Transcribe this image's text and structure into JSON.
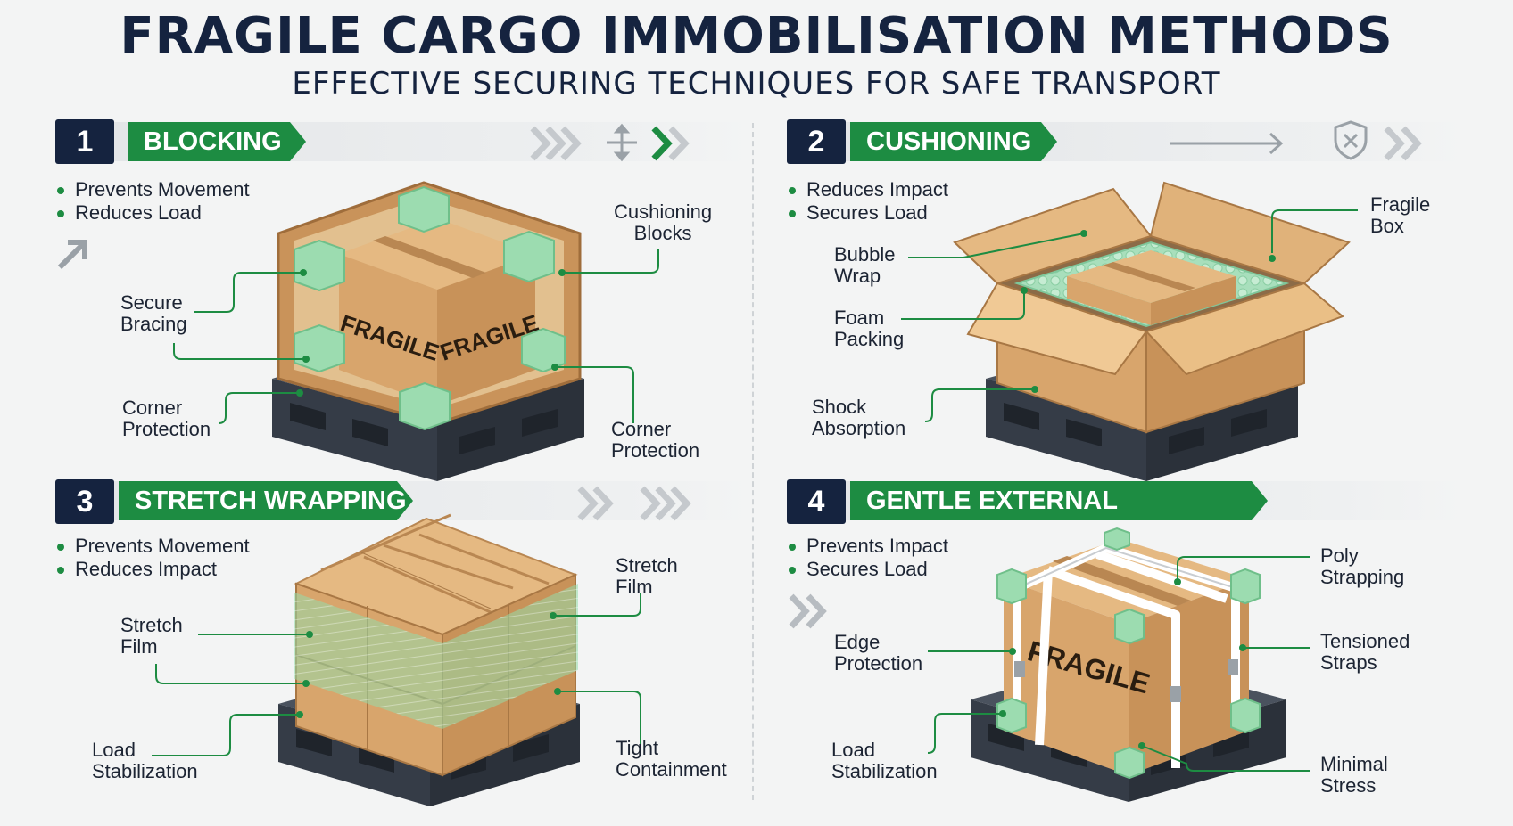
{
  "header": {
    "title": "FRAGILE CARGO IMMOBILISATION METHODS",
    "subtitle": "EFFECTIVE SECURING TECHNIQUES FOR SAFE TRANSPORT"
  },
  "colors": {
    "navy": "#15233f",
    "green": "#1d8c42",
    "mint": "#9cdcb0",
    "cardboard": "#d7a66e",
    "pallet": "#3b4350"
  },
  "sections": [
    {
      "number": "1",
      "title": "BLOCKING",
      "bullets": [
        "Prevents Movement",
        "Reduces Load"
      ],
      "box_text": [
        "FRAGILE",
        "FRAGILE"
      ],
      "icons": [
        "chevrons-icon",
        "move-arrows-icon",
        "chevrons-green-icon",
        "diagonal-arrow-icon"
      ],
      "labels": [
        "Cushioning\nBlocks",
        "Secure\nBracing",
        "Corner\nProtection",
        "Corner\nProtection"
      ]
    },
    {
      "number": "2",
      "title": "CUSHIONING",
      "bullets": [
        "Reduces Impact",
        "Secures Load"
      ],
      "icons": [
        "long-arrow-icon",
        "shield-x-icon",
        "chevrons-icon"
      ],
      "labels": [
        "Fragile\nBox",
        "Bubble\nWrap",
        "Foam\nPacking",
        "Shock\nAbsorption"
      ]
    },
    {
      "number": "3",
      "title": "STRETCH WRAPPING",
      "bullets": [
        "Prevents Movement",
        "Reduces Impact"
      ],
      "icons": [
        "chevrons-icon",
        "chevrons-icon"
      ],
      "labels": [
        "Stretch\nFilm",
        "Stretch\nFilm",
        "Load\nStabilization",
        "Tight\nContainment"
      ]
    },
    {
      "number": "4",
      "title": "GENTLE EXTERNAL STRAPPING",
      "bullets": [
        "Prevents Impact",
        "Secures Load"
      ],
      "box_text": [
        "FRAGILE"
      ],
      "icons": [
        "chevrons-icon"
      ],
      "labels": [
        "Poly\nStrapping",
        "Edge\nProtection",
        "Tensioned\nStraps",
        "Load\nStabilization",
        "Minimal\nStress"
      ]
    }
  ]
}
